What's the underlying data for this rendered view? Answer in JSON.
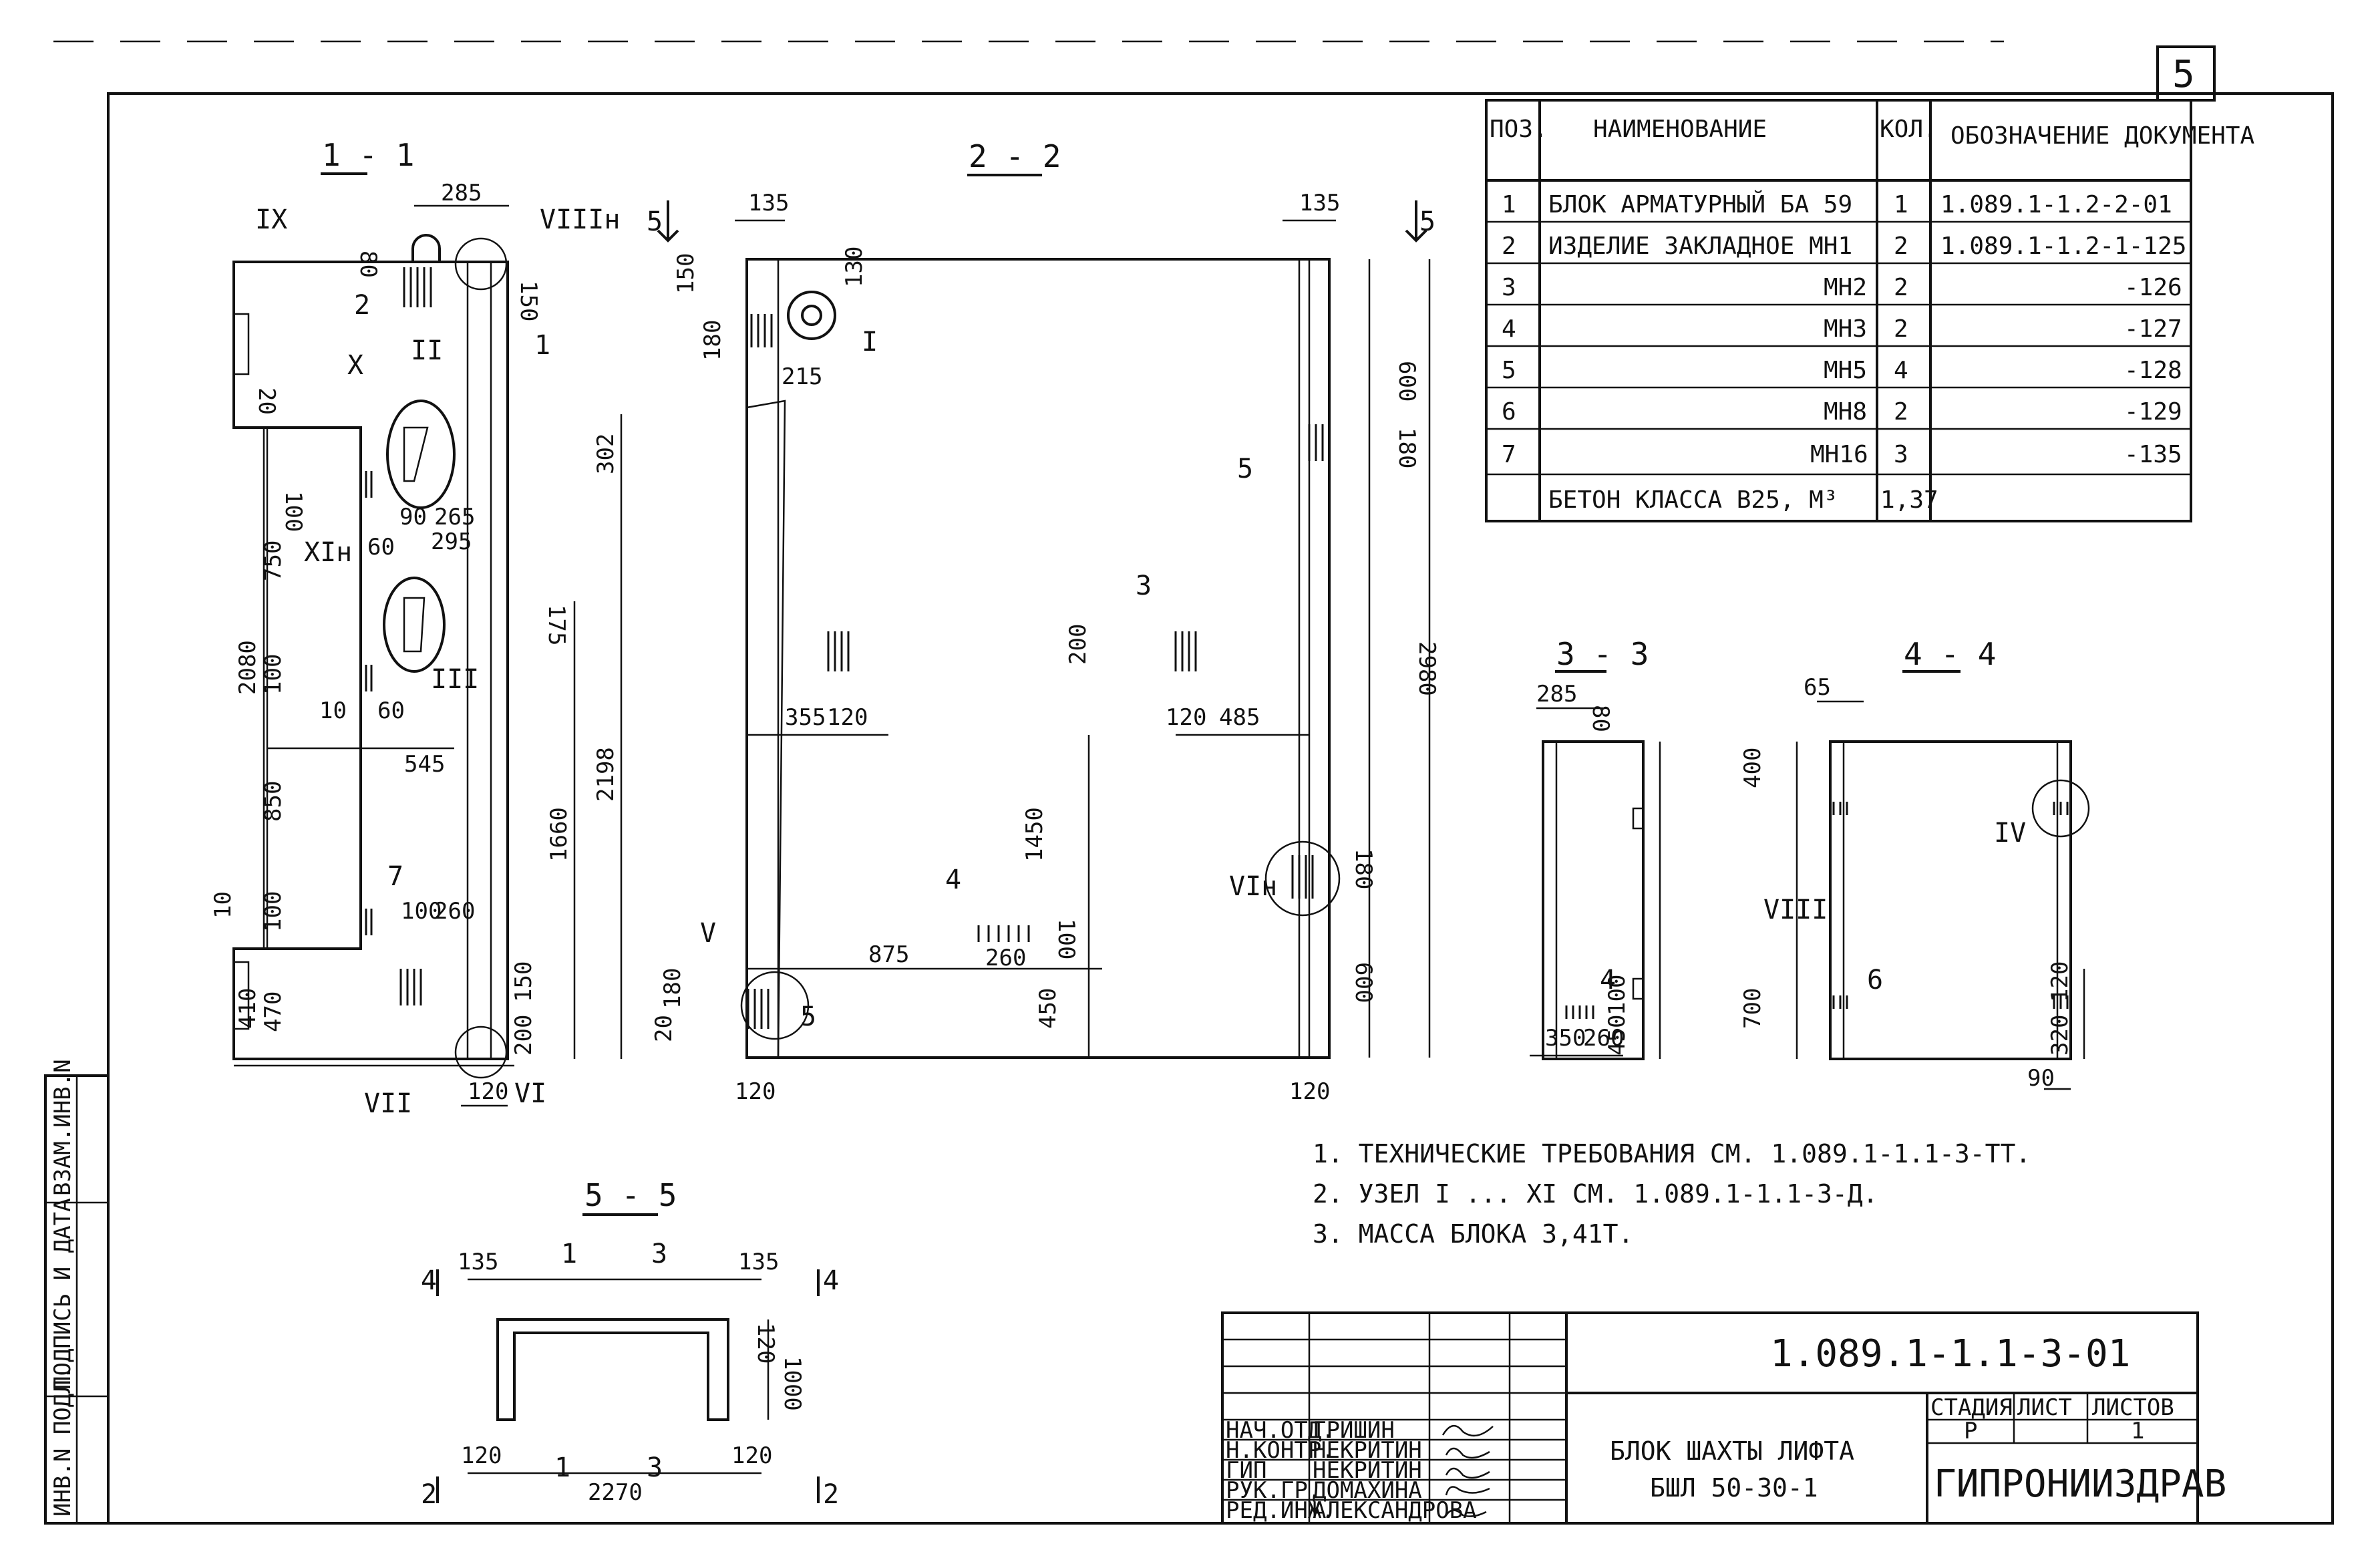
{
  "sheet_number": "5",
  "spec_table": {
    "headers": [
      "ПОЗ.",
      "НАИМЕНОВАНИЕ",
      "КОЛ.",
      "ОБОЗНАЧЕНИЕ ДОКУМЕНТА"
    ],
    "rows": [
      {
        "pos": "1",
        "name": "БЛОК АРМАТУРНЫЙ БА 59",
        "qty": "1",
        "doc": "1.089.1-1.2-2-01"
      },
      {
        "pos": "2",
        "name": "ИЗДЕЛИЕ ЗАКЛАДНОЕ МН1",
        "qty": "2",
        "doc": "1.089.1-1.2-1-125"
      },
      {
        "pos": "3",
        "name": "МН2",
        "qty": "2",
        "doc": "-126"
      },
      {
        "pos": "4",
        "name": "МН3",
        "qty": "2",
        "doc": "-127"
      },
      {
        "pos": "5",
        "name": "МН5",
        "qty": "4",
        "doc": "-128"
      },
      {
        "pos": "6",
        "name": "МН8",
        "qty": "2",
        "doc": "-129"
      },
      {
        "pos": "7",
        "name": "МН16",
        "qty": "3",
        "doc": "-135"
      },
      {
        "pos": "",
        "name": "БЕТОН КЛАССА В25, М³",
        "qty": "1,37",
        "doc": ""
      }
    ]
  },
  "sections": {
    "s11": "1 - 1",
    "s22": "2 - 2",
    "s33": "3 - 3",
    "s44": "4 - 4",
    "s55": "5 - 5"
  },
  "dims_11": {
    "d285": "285",
    "d80": "80",
    "d150": "150",
    "d20": "20",
    "d302": "302",
    "d100a": "100",
    "d90": "90",
    "d265": "265",
    "d60a": "60",
    "d295": "295",
    "d750": "750",
    "d175": "175",
    "d2080": "2080",
    "d100b": "100",
    "d10a": "10",
    "d60b": "60",
    "d545": "545",
    "d2198": "2198",
    "d850": "850",
    "d1660": "1660",
    "d10b": "10",
    "d100c": "100",
    "d260": "260",
    "d100d": "100",
    "d470": "470",
    "d410": "410",
    "d150b": "150",
    "d200": "200",
    "d120": "120"
  },
  "labels_11": {
    "IX": "IX",
    "VIIIH": "VIIIн",
    "X": "X",
    "II": "II",
    "XIH": "XIн",
    "III": "III",
    "VII": "VII",
    "VI": "VI",
    "p1": "1",
    "p2": "2",
    "p7": "7"
  },
  "dims_22": {
    "d135a": "135",
    "d150": "150",
    "d130": "130",
    "d180a": "180",
    "d215": "215",
    "d135b": "135",
    "d600a": "600",
    "d180b": "180",
    "d2980": "2980",
    "d200": "200",
    "d355": "355",
    "d120a": "120",
    "d120b": "120",
    "d485": "485",
    "d1450": "1450",
    "d180c": "180",
    "d875": "875",
    "d260": "260",
    "d100": "100",
    "d450": "450",
    "d600b": "600",
    "d180d": "180",
    "d20": "20",
    "d120c": "120",
    "d120d": "120"
  },
  "labels_22": {
    "cut5l": "5",
    "cut5r": "5",
    "I": "I",
    "V": "V",
    "VIH": "VIн",
    "p3": "3",
    "p4": "4",
    "p5a": "5",
    "p5b": "5"
  },
  "dims_33": {
    "d285": "285",
    "d80": "80",
    "d100": "100",
    "d450": "450",
    "d350": "350",
    "d260": "260"
  },
  "labels_33": {
    "p4": "4"
  },
  "dims_44": {
    "d65": "65",
    "d400": "400",
    "d700": "700",
    "d120": "120",
    "d320": "320",
    "d90": "90"
  },
  "labels_44": {
    "IV": "IV",
    "VIII": "VIII",
    "p6": "6"
  },
  "dims_55": {
    "d135a": "135",
    "d135b": "135",
    "d120a": "120",
    "d1000": "1000",
    "d120b": "120",
    "d120c": "120",
    "d2270": "2270"
  },
  "labels_55": {
    "cut4l": "4",
    "cut4r": "4",
    "cut2l": "2",
    "cut2r": "2",
    "p1a": "1",
    "p3a": "3",
    "p1b": "1",
    "p3b": "3"
  },
  "notes": [
    "1. ТЕХНИЧЕСКИЕ ТРЕБОВАНИЯ СМ. 1.089.1-1.1-3-ТТ.",
    "2. УЗЕЛ I ... XI СМ. 1.089.1-1.1-3-Д.",
    "3. МАССА БЛОКА 3,41Т."
  ],
  "title_block": {
    "doc_code": "1.089.1-1.1-3-01",
    "title_line1": "БЛОК ШАХТЫ ЛИФТА",
    "title_line2": "БШЛ 50-30-1",
    "stage_header": "СТАДИЯ",
    "sheet_header": "ЛИСТ",
    "sheets_header": "ЛИСТОВ",
    "stage": "Р",
    "sheets": "1",
    "org": "ГИПРОНИИЗДРАВ",
    "staff": [
      {
        "role": "НАЧ.ОТД.",
        "name": "ГРИШИН"
      },
      {
        "role": "Н.КОНТР.",
        "name": "НЕКРИТИН"
      },
      {
        "role": "ГИП",
        "name": "НЕКРИТИН"
      },
      {
        "role": "РУК.ГР.",
        "name": "ДОМАХИНА"
      },
      {
        "role": "РЕД.ИНЖ.",
        "name": "АЛЕКСАНДРОВА"
      }
    ]
  },
  "side_stamp": {
    "inv_orig": "ИНВ.N ПОДЛ.",
    "sign_date": "ПОДПИСЬ И ДАТА",
    "replace_inv": "ВЗАМ.ИНВ.N"
  }
}
